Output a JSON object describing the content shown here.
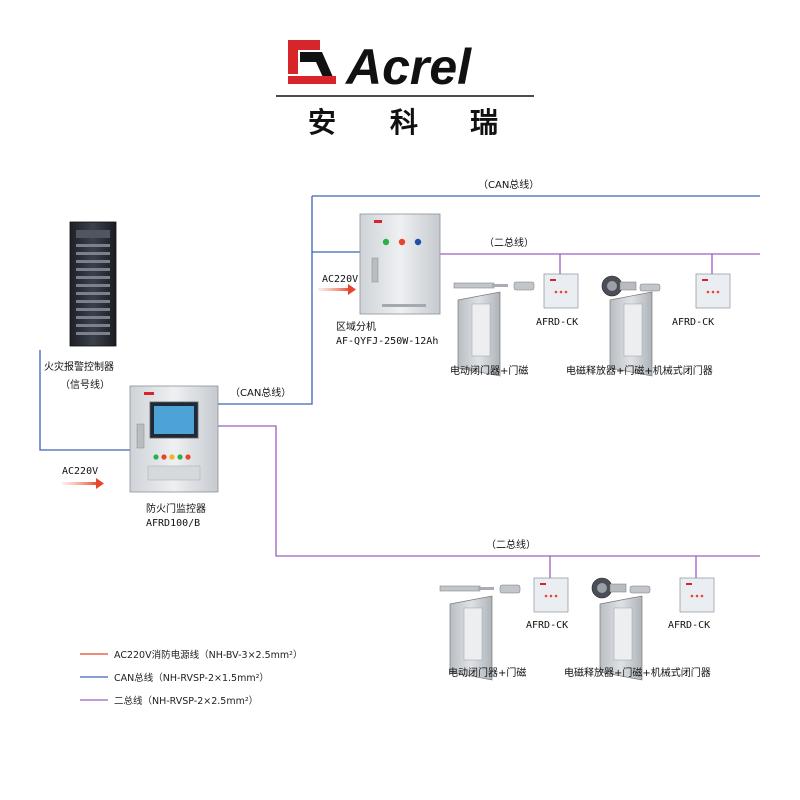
{
  "brand": {
    "name": "Acrel",
    "chinese": [
      "安",
      "科",
      "瑞"
    ],
    "accent_color": "#d7262a"
  },
  "line_colors": {
    "ac220v": "#e8452c",
    "can": "#3d63b8",
    "two_bus": "#9c5fc0"
  },
  "bus_labels": {
    "can_top": "（CAN总线）",
    "two_bus_upper": "（二总线）",
    "can_mid": "（CAN总线）",
    "two_bus_lower": "（二总线）"
  },
  "devices": {
    "fire_alarm_controller": {
      "label": "火灾报警控制器",
      "sub_label": "（信号线）"
    },
    "area_unit": {
      "label": "区域分机",
      "model": "AF-QYFJ-250W-12Ah",
      "power_label": "AC220V"
    },
    "monitor": {
      "label": "防火门监控器",
      "model": "AFRD100/B",
      "power_label": "AC220V"
    }
  },
  "door_groups": [
    {
      "module": "AFRD-CK",
      "caption": "电动闭门器+门磁"
    },
    {
      "module": "AFRD-CK",
      "caption": "电磁释放器+门磁+机械式闭门器"
    },
    {
      "module": "AFRD-CK",
      "caption": "电动闭门器+门磁"
    },
    {
      "module": "AFRD-CK",
      "caption": "电磁释放器+门磁+机械式闭门器"
    }
  ],
  "legend": [
    {
      "color": "#e8452c",
      "text": "AC220V消防电源线（NH-BV-3×2.5mm²）"
    },
    {
      "color": "#3d63b8",
      "text": "CAN总线（NH-RVSP-2×1.5mm²）"
    },
    {
      "color": "#9c5fc0",
      "text": "二总线（NH-RVSP-2×2.5mm²）"
    }
  ]
}
